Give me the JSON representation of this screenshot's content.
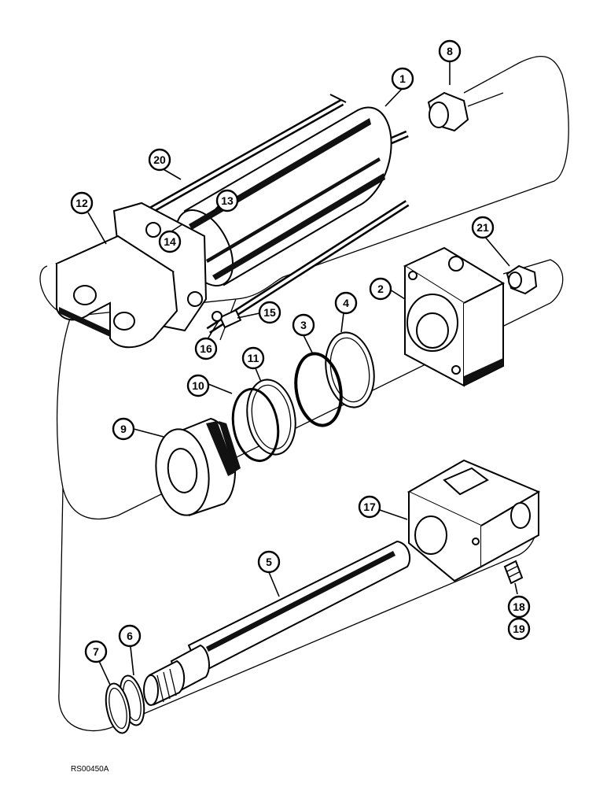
{
  "document_ref": "RS00450A",
  "callouts": [
    {
      "id": "1",
      "label": "1"
    },
    {
      "id": "2",
      "label": "2"
    },
    {
      "id": "3",
      "label": "3"
    },
    {
      "id": "4",
      "label": "4"
    },
    {
      "id": "5",
      "label": "5"
    },
    {
      "id": "6",
      "label": "6"
    },
    {
      "id": "7",
      "label": "7"
    },
    {
      "id": "8",
      "label": "8"
    },
    {
      "id": "9",
      "label": "9"
    },
    {
      "id": "10",
      "label": "10"
    },
    {
      "id": "11",
      "label": "11"
    },
    {
      "id": "12",
      "label": "12"
    },
    {
      "id": "13",
      "label": "13"
    },
    {
      "id": "14",
      "label": "14"
    },
    {
      "id": "15",
      "label": "15"
    },
    {
      "id": "16",
      "label": "16"
    },
    {
      "id": "17",
      "label": "17"
    },
    {
      "id": "18",
      "label": "18"
    },
    {
      "id": "19",
      "label": "19"
    },
    {
      "id": "20",
      "label": "20"
    },
    {
      "id": "21",
      "label": "21"
    }
  ]
}
